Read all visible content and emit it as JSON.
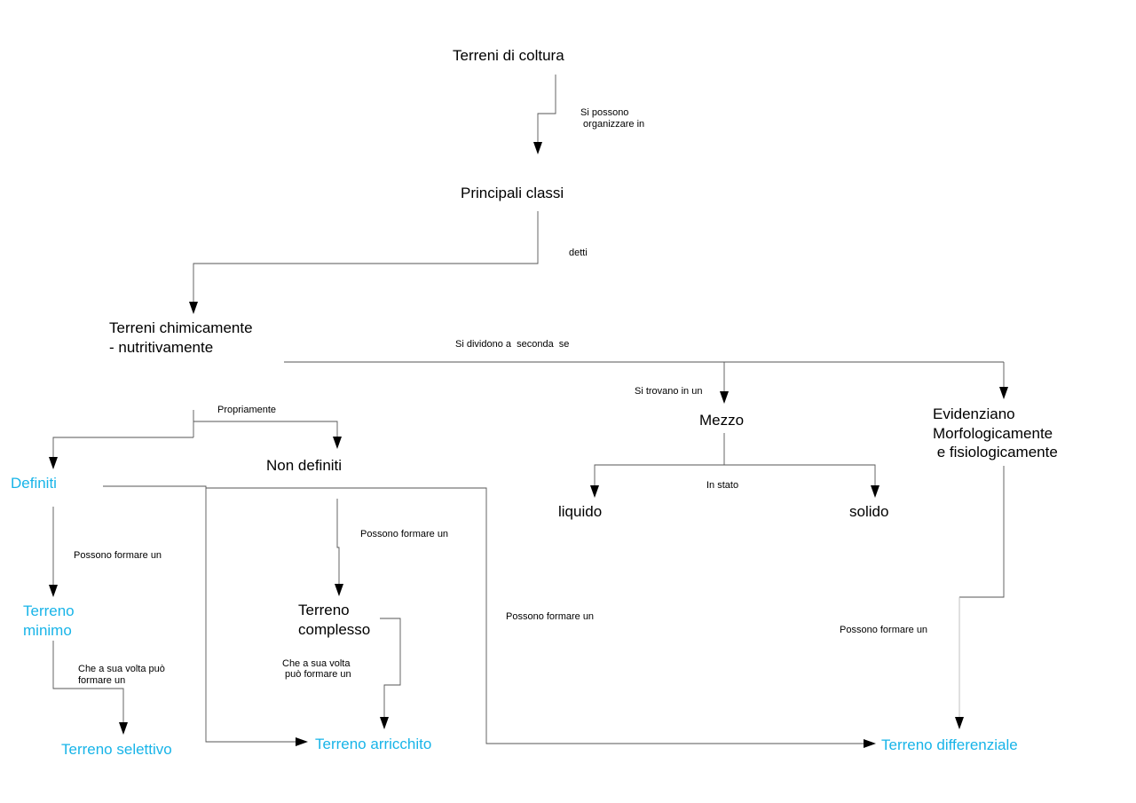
{
  "nodes": {
    "terreni_di_coltura": "Terreni di coltura",
    "principali_classi": "Principali classi",
    "terreni_chimicamente": [
      "Terreni chimicamente",
      "- nutritivamente"
    ],
    "mezzo": "Mezzo",
    "evidenziano": [
      "Evidenziano",
      "Morfologicamente",
      " e fisiologicamente"
    ],
    "definiti": "Definiti",
    "non_definiti": "Non definiti",
    "liquido": "liquido",
    "solido": "solido",
    "terreno_minimo": [
      "Terreno",
      "minimo"
    ],
    "terreno_complesso": [
      "Terreno",
      "complesso"
    ],
    "terreno_selettivo": "Terreno selettivo",
    "terreno_arricchito": "Terreno arricchito",
    "terreno_differenziale": "Terreno differenziale"
  },
  "edge_labels": {
    "si_possono": [
      "Si possono",
      " organizzare in"
    ],
    "detti": "detti",
    "si_dividono": "Si dividono a  seconda  se",
    "si_trovano": "Si trovano in un",
    "propriamente": "Propriamente",
    "in_stato": "In stato",
    "possono_formare_minimo": "Possono formare un",
    "possono_formare_complesso": "Possono formare un",
    "possono_formare_arricchito_diff": "Possono formare un",
    "possono_formare_diff": "Possono formare un",
    "che_a_sua_volta_selettivo": [
      "Che a sua volta può",
      "formare un"
    ],
    "che_a_sua_volta_arricchito": [
      "Che a sua volta",
      " può formare un"
    ]
  },
  "colors": {
    "accent": "#18b4e8",
    "text": "#000000",
    "line": "#555555"
  }
}
